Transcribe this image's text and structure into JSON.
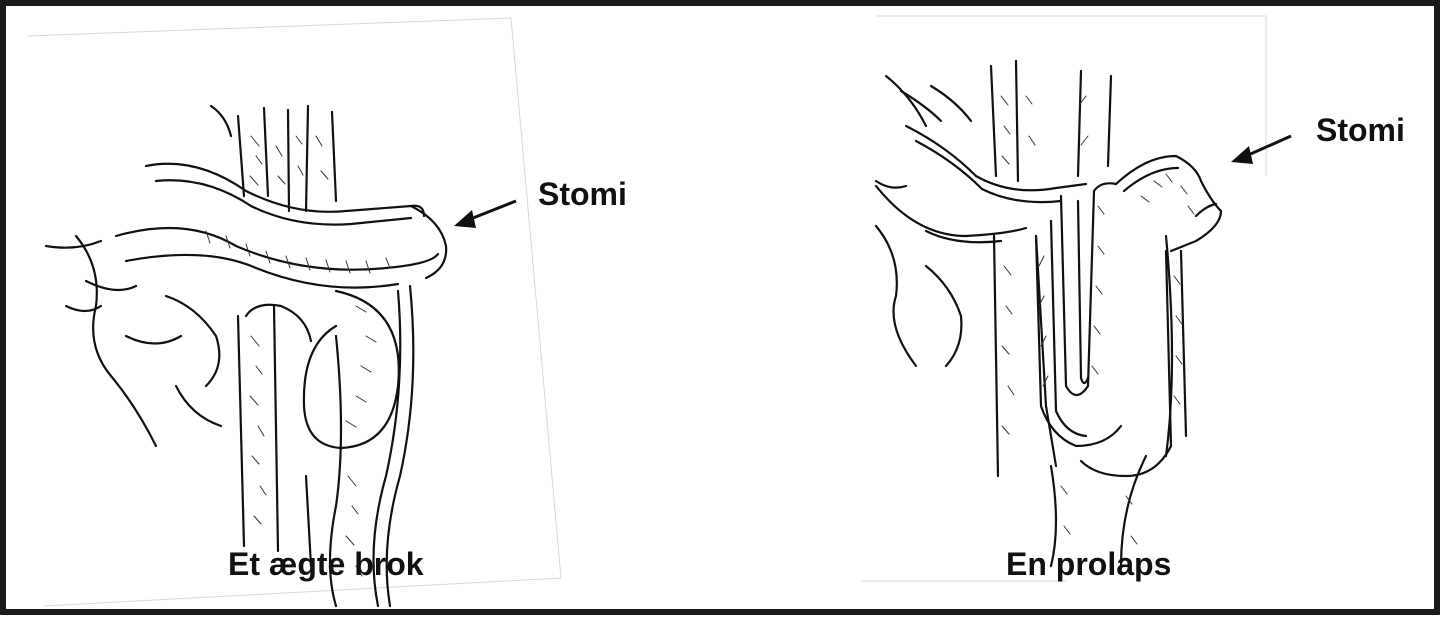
{
  "figure": {
    "left_panel": {
      "caption": "Et ægte brok",
      "callout": "Stomi"
    },
    "right_panel": {
      "caption": "En prolaps",
      "callout": "Stomi"
    }
  },
  "colors": {
    "border": "#1a1a1a",
    "ink": "#111111",
    "background": "#ffffff"
  }
}
